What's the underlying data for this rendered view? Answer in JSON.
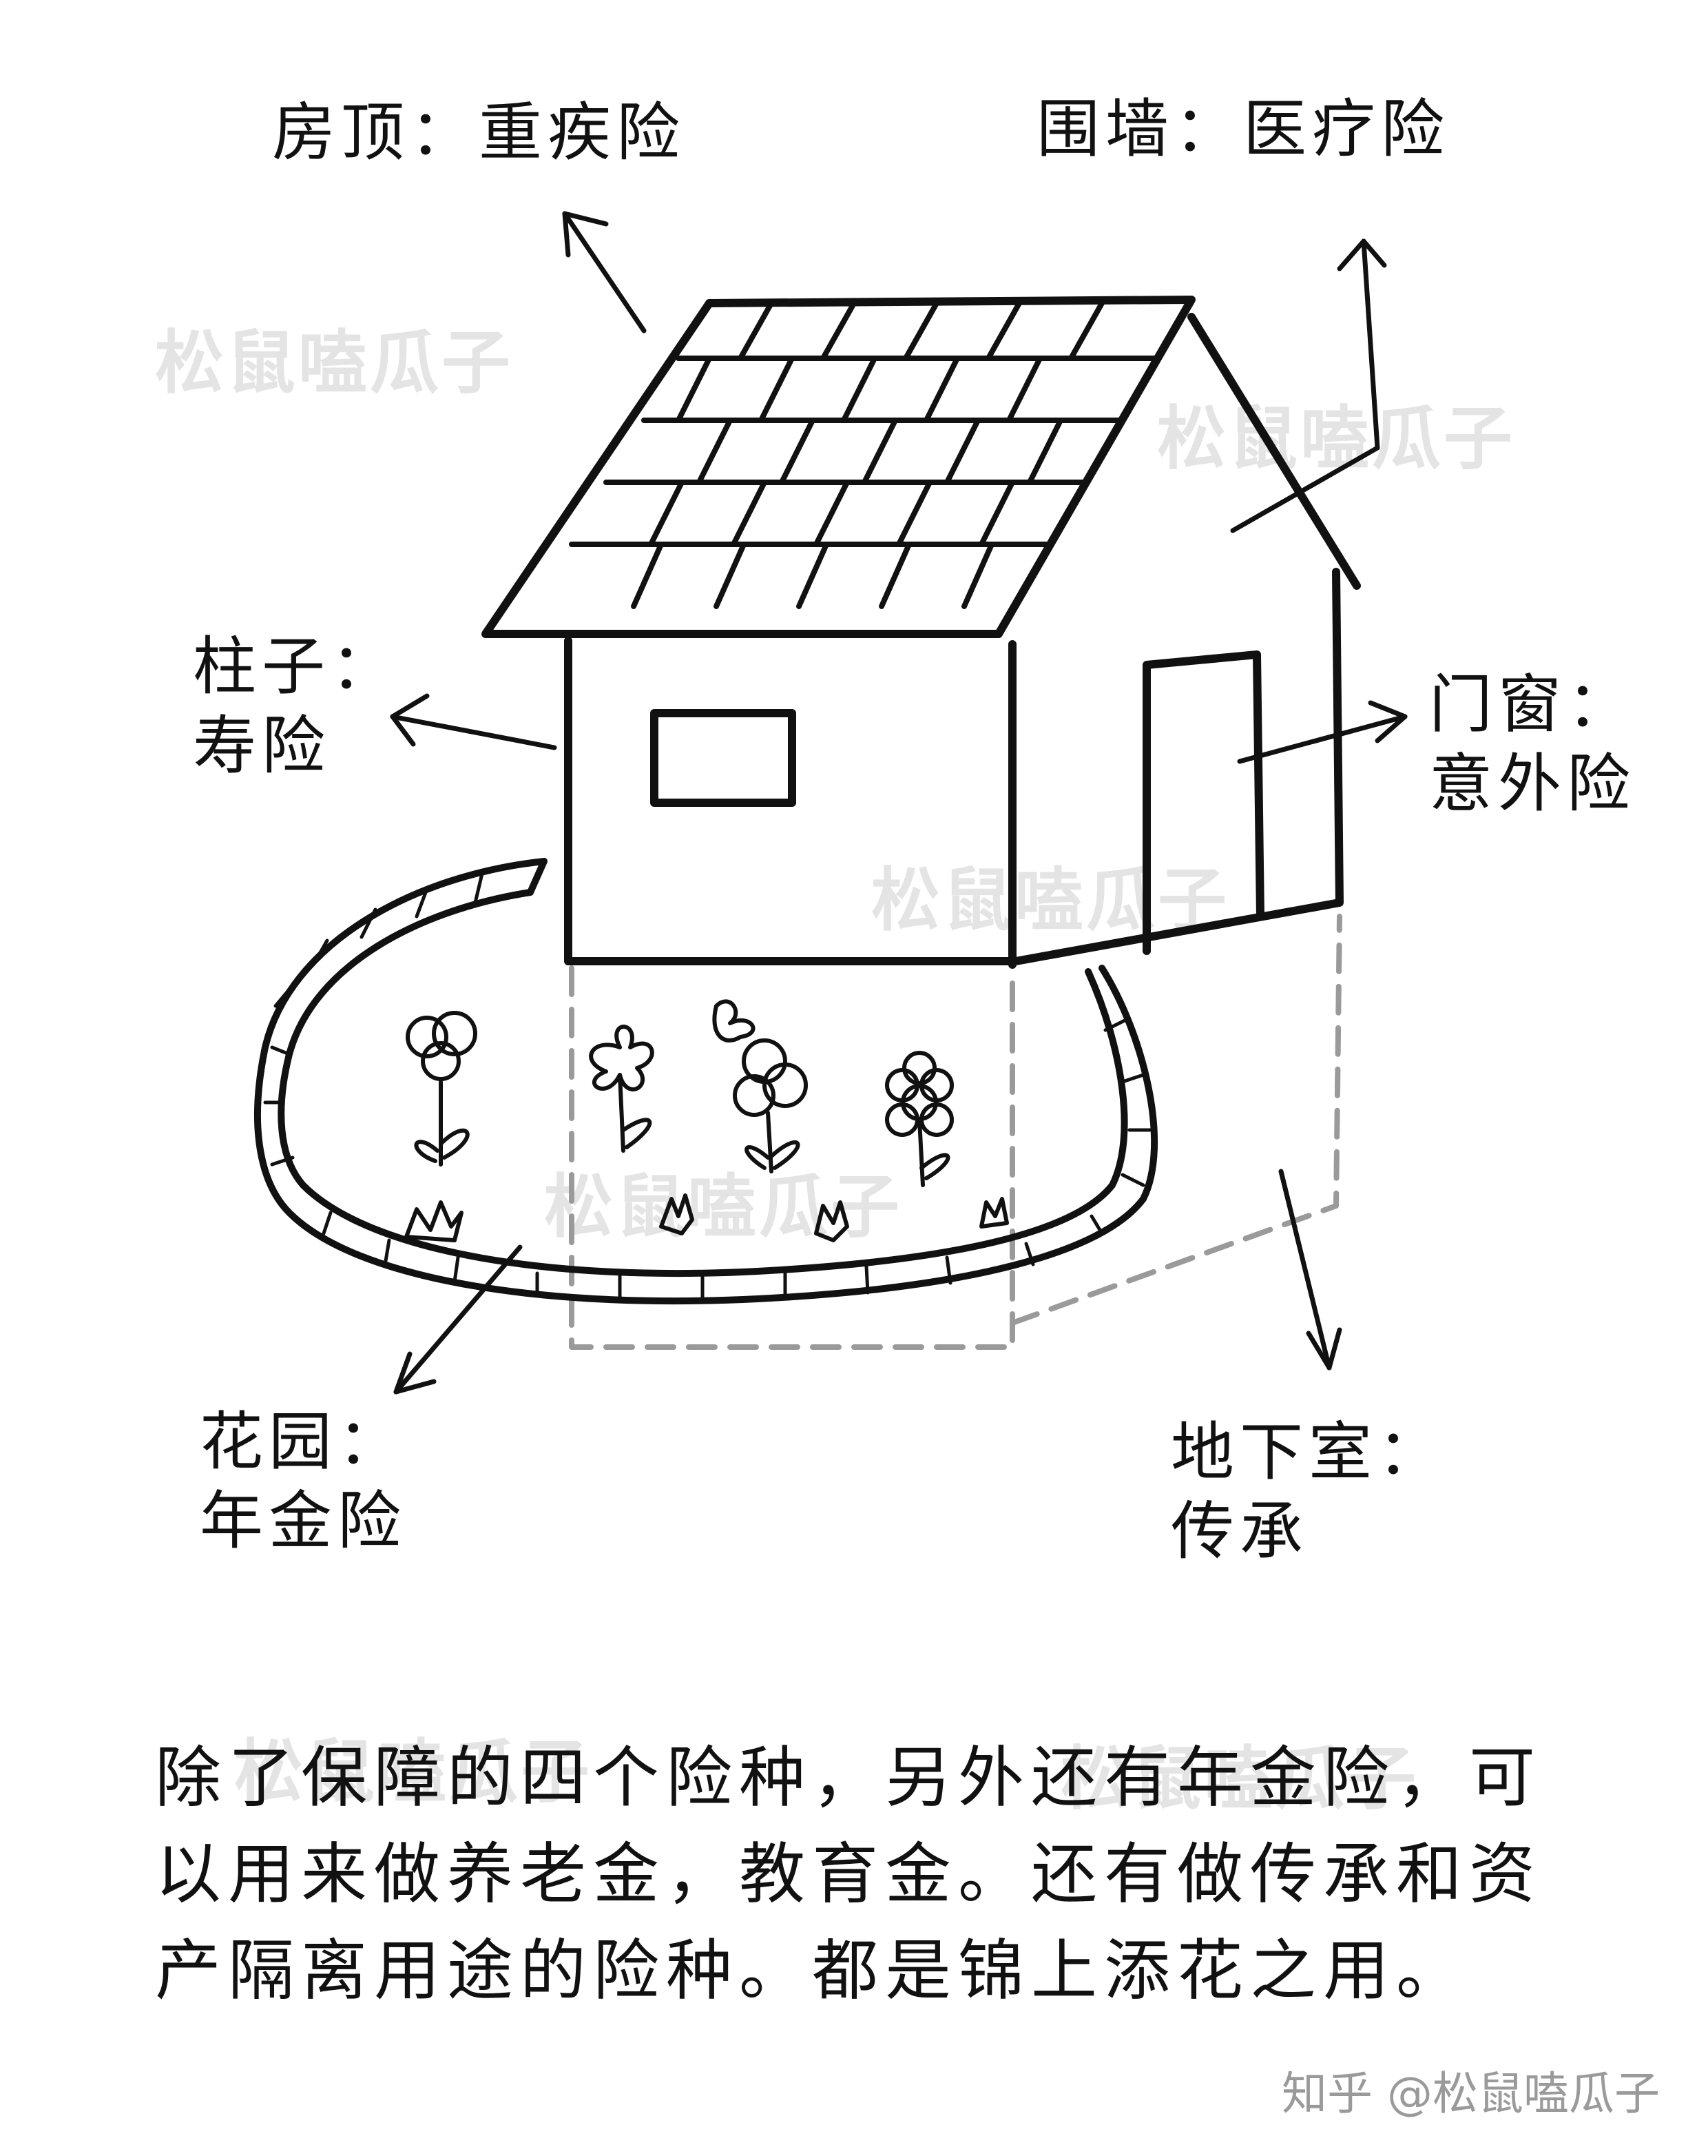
{
  "labels": {
    "roof": "房顶：重疾险",
    "wall": "围墙：医疗险",
    "pillar_line1": "柱子：",
    "pillar_line2": "寿险",
    "window_line1": "门窗：",
    "window_line2": "意外险",
    "garden_line1": "花园：",
    "garden_line2": "年金险",
    "basement_line1": "地下室：",
    "basement_line2": "传承"
  },
  "caption": {
    "line1": "除了保障的四个险种，另外还有年金险，可",
    "line2": "以用来做养老金，教育金。还有做传承和资",
    "line3": "产隔离用途的险种。都是锦上添花之用。"
  },
  "watermark": "松鼠嗑瓜子",
  "credit": "知乎 @松鼠嗑瓜子",
  "colors": {
    "ink": "#111111",
    "watermark": "#e4e4e4",
    "dashed": "#9a9a9a",
    "credit": "#9a9a9a"
  }
}
